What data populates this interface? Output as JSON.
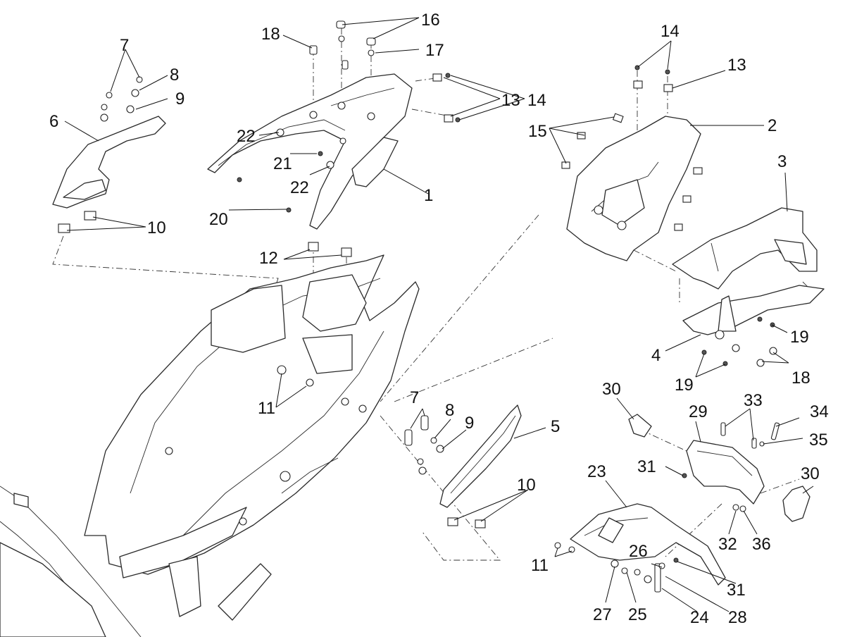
{
  "diagram": {
    "callouts": {
      "c1": "1",
      "c2": "2",
      "c3": "3",
      "c4": "4",
      "c5": "5",
      "c6": "6",
      "c7a": "7",
      "c7b": "7",
      "c8a": "8",
      "c8b": "8",
      "c9a": "9",
      "c9b": "9",
      "c10a": "10",
      "c10b": "10",
      "c11a": "11",
      "c11b": "11",
      "c12": "12",
      "c13a": "13",
      "c13b": "13",
      "c14a": "14",
      "c14b": "14",
      "c15": "15",
      "c16": "16",
      "c17": "17",
      "c18a": "18",
      "c18b": "18",
      "c19a": "19",
      "c19b": "19",
      "c20": "20",
      "c21": "21",
      "c22a": "22",
      "c22b": "22",
      "c23": "23",
      "c24": "24",
      "c25": "25",
      "c26": "26",
      "c27": "27",
      "c28": "28",
      "c29": "29",
      "c30a": "30",
      "c30b": "30",
      "c31a": "31",
      "c31b": "31",
      "c32": "32",
      "c33": "33",
      "c34": "34",
      "c35": "35",
      "c36": "36"
    }
  }
}
